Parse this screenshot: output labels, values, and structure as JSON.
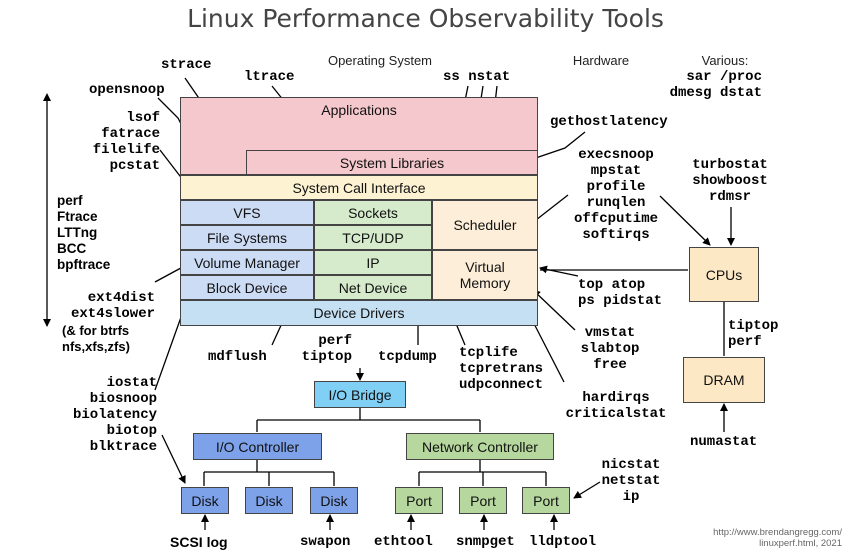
{
  "title": "Linux Performance Observability Tools",
  "headers": {
    "os": "Operating System",
    "hardware": "Hardware",
    "various": "Various:"
  },
  "os_layers": {
    "applications": "Applications",
    "system_libraries": "System Libraries",
    "system_call_interface": "System Call Interface",
    "vfs": "VFS",
    "sockets": "Sockets",
    "scheduler": "Scheduler",
    "file_systems": "File Systems",
    "tcp_udp": "TCP/UDP",
    "volume_manager": "Volume Manager",
    "ip": "IP",
    "virtual_memory": "Virtual\nMemory",
    "block_device": "Block Device",
    "net_device": "Net Device",
    "device_drivers": "Device Drivers"
  },
  "hardware": {
    "io_bridge": "I/O Bridge",
    "io_controller": "I/O Controller",
    "network_controller": "Network Controller",
    "disks": [
      "Disk",
      "Disk",
      "Disk"
    ],
    "ports": [
      "Port",
      "Port",
      "Port"
    ],
    "cpus": "CPUs",
    "dram": "DRAM"
  },
  "tools": {
    "various": "sar /proc\ndmesg dstat",
    "strace": "strace",
    "ltrace": "ltrace",
    "opensnoop": "opensnoop",
    "ss_nstat": "ss nstat",
    "gethostlatency": "gethostlatency",
    "lsof_group": "lsof\nfatrace\nfilelife\npcstat",
    "execsnoop_group": "execsnoop\nmpstat\nprofile\nrunqlen\noffcputime\nsoftirqs",
    "turbostat_group": "turbostat\nshowboost\nrdmsr",
    "perf_group": "perf\nFtrace\nLTTng\nBCC\nbpftrace",
    "ext4_group": "ext4dist\next4slower",
    "ext4_note": "(& for btrfs\nnfs,xfs,zfs)",
    "top_group": "top atop\nps pidstat",
    "vmstat_group": "vmstat\nslabtop\nfree",
    "tiptop_perf_cpu": "tiptop\nperf",
    "mdflush": "mdflush",
    "perf_tiptop": "perf\ntiptop",
    "tcpdump": "tcpdump",
    "tcplife_group": "tcplife\ntcpretrans\nudpconnect",
    "iostat_group": "iostat\nbiosnoop\nbiolatency\nbiotop\nblktrace",
    "hardirqs_group": "hardirqs\ncriticalstat",
    "numastat": "numastat",
    "nicstat_group": "nicstat\nnetstat\nip",
    "scsi_log": "SCSI log",
    "swapon": "swapon",
    "ethtool": "ethtool",
    "snmpget": "snmpget",
    "lldptool": "lldptool"
  },
  "credit": "http://www.brendangregg.com/\nlinuxperf.html, 2021",
  "colors": {
    "applications": "#f4c8cc",
    "system_call": "#fdf3d2",
    "vfs_column": "#cddcf5",
    "sockets_column": "#d5ebcb",
    "scheduler": "#fdeed9",
    "device_drivers": "#c4e0f2",
    "io_bridge": "#80cff5",
    "io_controller": "#7ea2ea",
    "network_controller": "#b6d89e",
    "dram_cpus": "#fde8c6"
  }
}
